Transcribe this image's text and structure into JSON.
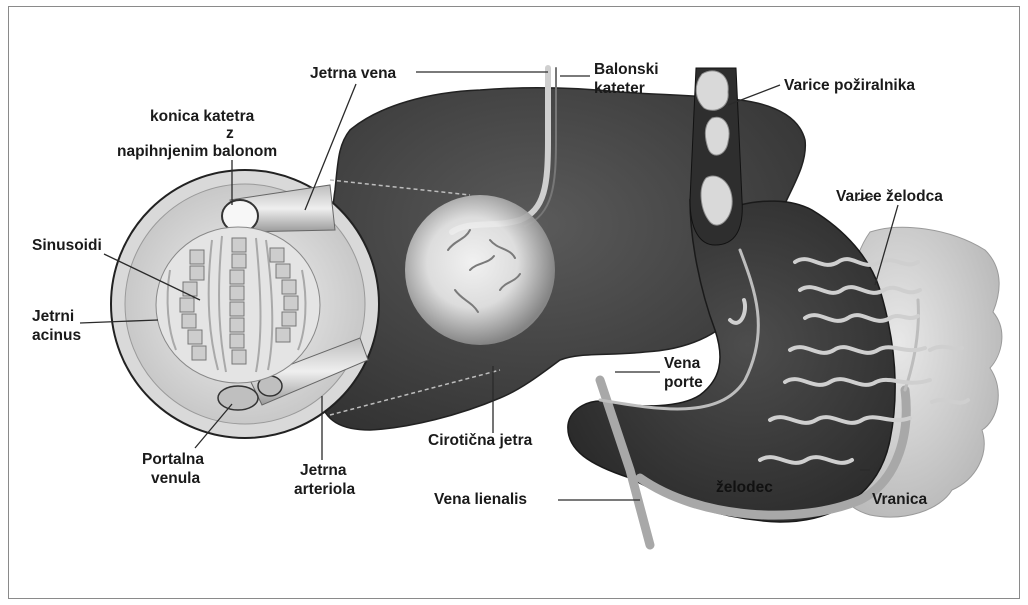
{
  "labels": {
    "jetrna_vena": "Jetrna vena",
    "balonski_1": "Balonski",
    "balonski_2": "kateter",
    "varice_poziralnika": "Varice požiralnika",
    "konica_1": "konica katetra",
    "konica_2": "z",
    "konica_3": "napihnjenim balonom",
    "varice_zelodca": "Varice želodca",
    "sinusoidi": "Sinusoidi",
    "jetrni_1": "Jetrni",
    "jetrni_2": "acinus",
    "vena_porte_1": "Vena",
    "vena_porte_2": "porte",
    "cirotricna_jetra": "Cirotična jetra",
    "portalna_1": "Portalna",
    "portalna_2": "venula",
    "jetrna_art_1": "Jetrna",
    "jetrna_art_2": "arteriola",
    "zelodec": "želodec",
    "vranica": "Vranica",
    "vena_lienalis": "Vena lienalis"
  },
  "colors": {
    "liver": "#4a4a4a",
    "stomach": "#3c3c3c",
    "spleen": "#d4d4d4",
    "vessel": "#9c9c9c",
    "varix": "#cfcfcf",
    "text": "#1a1a1a"
  }
}
